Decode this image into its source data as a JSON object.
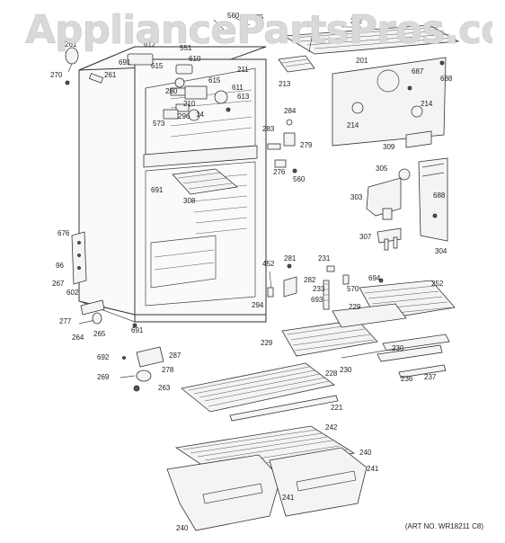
{
  "watermark": "AppliancePartsPros.com",
  "art_number": "(ART NO. WR18211 C8)",
  "part_numbers": {
    "p560a": "560",
    "p275": "275",
    "p212": "212",
    "p261a": "261",
    "p612": "612",
    "p551": "551",
    "p691a": "691",
    "p615a": "615",
    "p610": "610",
    "p270": "270",
    "p261b": "261",
    "p201": "201",
    "p687": "687",
    "p688a": "688",
    "p211": "211",
    "p615b": "615",
    "p611": "611",
    "p280": "280",
    "p613": "613",
    "p213": "213",
    "p210": "210",
    "p14": "14",
    "p296": "296",
    "p573": "573",
    "p284": "284",
    "p214a": "214",
    "p214b": "214",
    "p283": "283",
    "p279": "279",
    "p309": "309",
    "p276": "276",
    "p560b": "560",
    "p691b": "691",
    "p305": "305",
    "p308": "308",
    "p303": "303",
    "p688b": "688",
    "p676": "676",
    "p96": "96",
    "p307": "307",
    "p304": "304",
    "p267": "267",
    "p602": "602",
    "p452": "452",
    "p281": "281",
    "p231": "231",
    "p694": "694",
    "p252": "252",
    "p282": "282",
    "p570": "570",
    "p233": "233",
    "p693": "693",
    "p294": "294",
    "p277": "277",
    "p264": "264",
    "p265": "265",
    "p691c": "691",
    "p229a": "229",
    "p229b": "229",
    "p230a": "230",
    "p230b": "230",
    "p692": "692",
    "p287": "287",
    "p278": "278",
    "p228": "228",
    "p269": "269",
    "p263": "263",
    "p236": "236",
    "p237": "237",
    "p221": "221",
    "p242": "242",
    "p240a": "240",
    "p241a": "241",
    "p241b": "241",
    "p240b": "240"
  }
}
